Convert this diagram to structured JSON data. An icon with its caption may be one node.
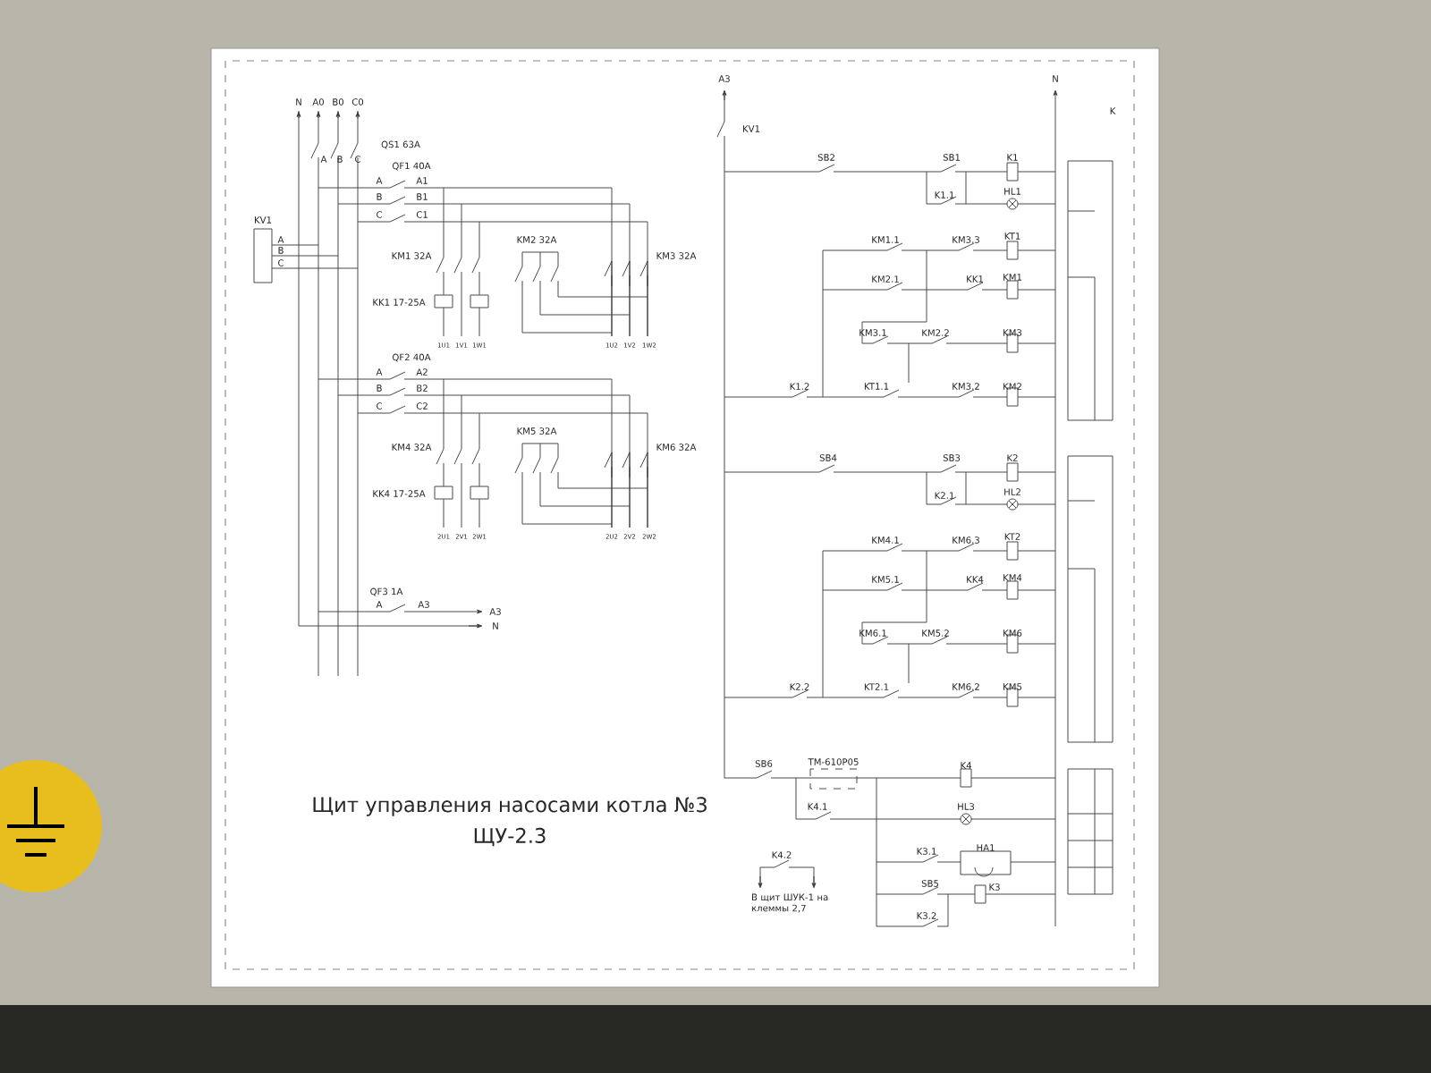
{
  "diagram": {
    "title": "Щит управления насосами котла №3",
    "labels": [
      "N",
      "A0",
      "B0",
      "C0",
      "QS1 63A",
      "A",
      "B",
      "C",
      "QF1 40A",
      "A",
      "B",
      "C",
      "A1",
      "B1",
      "C1",
      "KV1",
      "A",
      "B",
      "C",
      "KM1 32A",
      "KM2 32A",
      "KM3 32A",
      "KK1 17-25A",
      "1U1",
      "1V1",
      "1W1",
      "1U2",
      "1V2",
      "1W2",
      "QF2 40A",
      "A",
      "B",
      "C",
      "A2",
      "B2",
      "C2",
      "KM4 32A",
      "KM5 32A",
      "KM6 32A",
      "KK4 17-25A",
      "2U1",
      "2V1",
      "2W1",
      "2U2",
      "2V2",
      "2W2",
      "QF3 1A",
      "A",
      "A3",
      "A3",
      "N",
      "A3",
      "KV1",
      "N",
      "K",
      "SB2",
      "SB1",
      "K1",
      "K1.1",
      "HL1",
      "KM1.1",
      "KM3.3",
      "KT1",
      "KM2.1",
      "KK1",
      "KM1",
      "KM3.1",
      "KM2.2",
      "KM3",
      "K1.2",
      "KT1.1",
      "KM3.2",
      "KM2",
      "SB4",
      "SB3",
      "K2",
      "K2.1",
      "HL2",
      "KM4.1",
      "KM6.3",
      "KT2",
      "KM5.1",
      "KK4",
      "KM4",
      "KM6.1",
      "KM5.2",
      "KM6",
      "K2.2",
      "KT2.1",
      "KM6.2",
      "KM5",
      "SB6",
      "TM-610P05",
      "K4",
      "K4.1",
      "HL3",
      "K3.1",
      "HA1",
      "SB5",
      "K3",
      "K3.2",
      "K4.2",
      "В щит ШУК-1 на клеммы 2,7",
      "ЩУ-2.3"
    ]
  }
}
